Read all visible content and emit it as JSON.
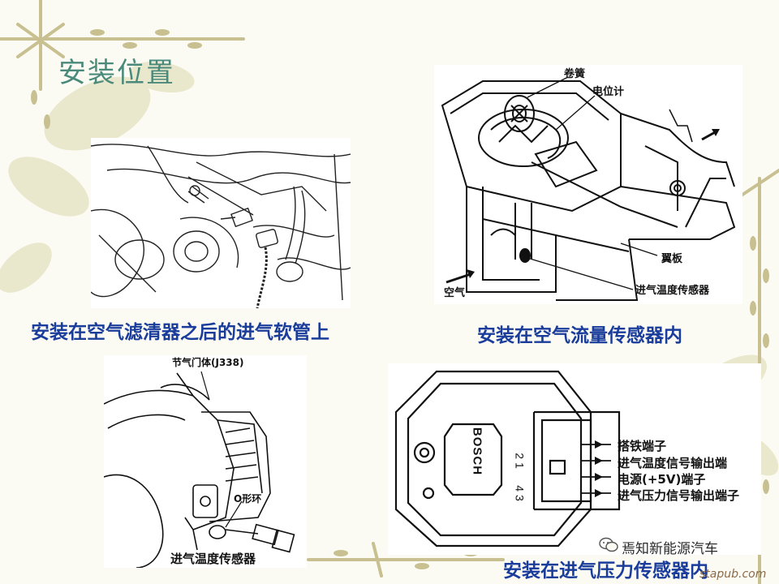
{
  "slide": {
    "title": "安装位置",
    "colors": {
      "title": "#4a8a7a",
      "caption": "#1a3c9a",
      "vine": "#c8c090",
      "leaf": "#d8d4a8"
    }
  },
  "panels": {
    "top_left": {
      "caption": "安装在空气滤清器之后的进气软管上"
    },
    "top_right": {
      "caption": "安装在空气流量传感器内",
      "labels": {
        "spring": "卷簧",
        "potentiometer": "电位计",
        "flap": "翼板",
        "sensor": "进气温度传感器",
        "air": "空气"
      }
    },
    "bottom_left": {
      "labels": {
        "throttle_body": "节气门体(J338)",
        "o_ring": "O形环",
        "sensor": "进气温度传感器"
      }
    },
    "bottom_right": {
      "caption": "安装在进气压力传感器内",
      "brand": "BOSCH",
      "pins_top": "2 1",
      "pins_bottom": "4 3",
      "labels": {
        "ground": "搭铁端子",
        "temp_out": "进气温度信号输出端",
        "power": "电源(+5V)端子",
        "pressure_out": "进气压力信号输出端子"
      }
    }
  },
  "watermark": {
    "account": "焉知新能源汽车",
    "url": "stapub.com"
  }
}
